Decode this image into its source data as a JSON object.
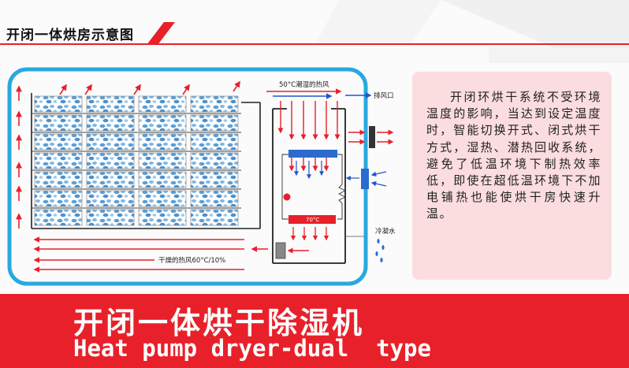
{
  "header": {
    "title": "开闭一体烘房示意图"
  },
  "diagram": {
    "labels": {
      "top_airflow": "50°C潮湿的热风",
      "exhaust": "排风口",
      "heater_temp": "70°C",
      "condensate": "冷凝水",
      "dry_airflow": "干燥的热风60°C/10%"
    }
  },
  "description": {
    "text": "开闭环烘干系统不受环境温度的影响，当达到设定温度时，智能切换开式、闭式烘干方式，湿热、潜热回收系统，避免了低温环境下制热效率低，即使在超低温环境下不加电铺热也能使烘干房快速升温。"
  },
  "footer": {
    "title_cn": "开闭一体烘干除湿机",
    "title_en": "Heat pump dryer-dual  type"
  },
  "colors": {
    "accent_red": "#e8202a",
    "chamber_blue": "#29a8e0",
    "text_box_pink": "#fbdde0",
    "tray_blue": "#5a9fd6"
  }
}
